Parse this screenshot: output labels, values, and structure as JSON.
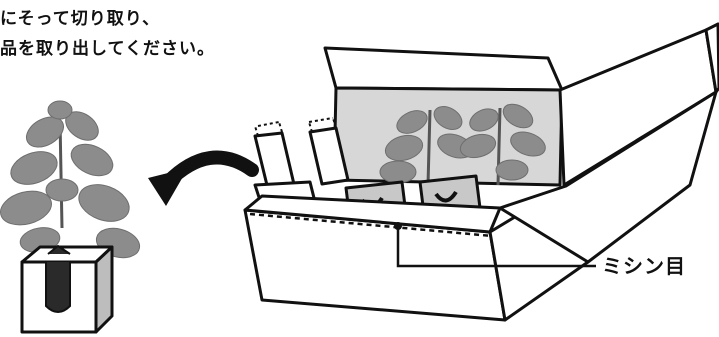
{
  "instructions": {
    "line1": "にそって切り取り、",
    "line2": "品を取り出してください。"
  },
  "labels": {
    "perforation": "ミシン目"
  },
  "colors": {
    "ink": "#111111",
    "leaf": "#8c8c8c",
    "box_fill": "#ffffff",
    "box_shade": "#c8c8c8",
    "cup": "#2a2a2a"
  }
}
